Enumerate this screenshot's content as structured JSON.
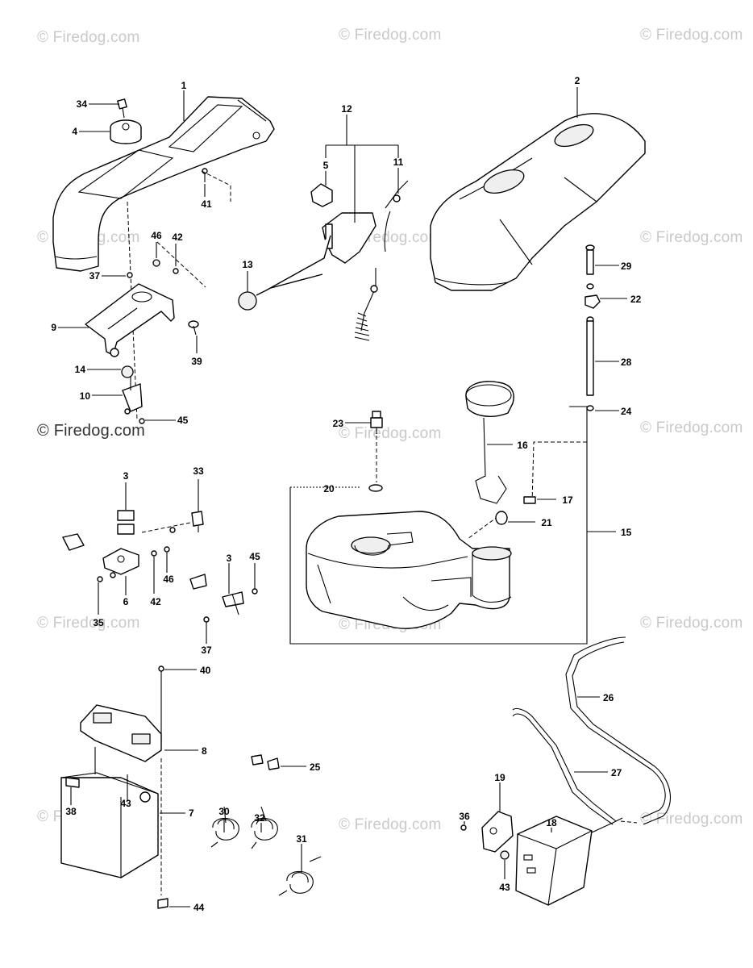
{
  "watermark": {
    "text": "© Firedog.com"
  },
  "callouts": {
    "c1": "1",
    "c2": "2",
    "c3a": "3",
    "c3b": "3",
    "c4": "4",
    "c5": "5",
    "c6": "6",
    "c7": "7",
    "c8": "8",
    "c9": "9",
    "c10": "10",
    "c11": "11",
    "c12": "12",
    "c13": "13",
    "c14": "14",
    "c15": "15",
    "c16": "16",
    "c17": "17",
    "c18": "18",
    "c19": "19",
    "c20": "20",
    "c21": "21",
    "c22": "22",
    "c23": "23",
    "c24": "24",
    "c25": "25",
    "c26": "26",
    "c27": "27",
    "c28": "28",
    "c29": "29",
    "c30": "30",
    "c31": "31",
    "c32": "32",
    "c33": "33",
    "c34": "34",
    "c35": "35",
    "c36": "36",
    "c37a": "37",
    "c37b": "37",
    "c38": "38",
    "c39": "39",
    "c40": "40",
    "c41": "41",
    "c42a": "42",
    "c42b": "42",
    "c43a": "43",
    "c43b": "43",
    "c44": "44",
    "c45a": "45",
    "c45b": "45",
    "c46a": "46",
    "c46b": "46"
  }
}
